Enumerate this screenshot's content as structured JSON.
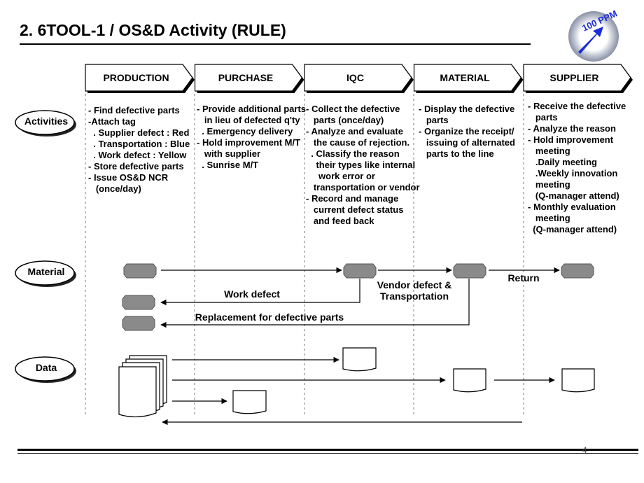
{
  "title": "2. 6TOOL-1 / OS&D Activity (RULE)",
  "badge": {
    "text": "100 PPM",
    "colors": {
      "ring": "#9fa6b8",
      "arrow": "#1a2bd8",
      "text": "#1a2bd8"
    }
  },
  "phases": [
    {
      "label": "PRODUCTION"
    },
    {
      "label": "PURCHASE"
    },
    {
      "label": "IQC"
    },
    {
      "label": "MATERIAL"
    },
    {
      "label": "SUPPLIER"
    }
  ],
  "row_labels": {
    "activities": "Activities",
    "material": "Material",
    "data": "Data"
  },
  "activities": {
    "production": "- Find defective parts\n-Attach tag\n  . Supplier defect : Red\n  . Transportation : Blue\n  . Work defect : Yellow\n- Store defective parts\n- Issue OS&D NCR\n   (once/day)",
    "purchase": "- Provide additional parts\n   in lieu of defected q'ty\n  . Emergency delivery\n- Hold improvement M/T\n   with supplier\n  . Sunrise M/T",
    "iqc": "- Collect the defective\n   parts (once/day)\n- Analyze and evaluate\n   the cause of rejection.\n  . Classify the reason\n    their types like internal\n     work error or\n   transportation or vendor\n- Record and manage\n   current defect status\n   and feed back",
    "material": "- Display the defective\n   parts\n- Organize the receipt/\n   issuing of alternated\n   parts to the line",
    "supplier": "- Receive the defective\n   parts\n- Analyze the reason\n- Hold improvement\n   meeting\n   .Daily meeting\n   .Weekly innovation\n   meeting\n   (Q-manager attend)\n- Monthly evaluation\n   meeting\n  (Q-manager attend)"
  },
  "material_flow": {
    "work_defect": "Work defect",
    "vendor_defect": "Vendor defect &\nTransportation",
    "return": "Return",
    "replacement": "Replacement for defective parts"
  },
  "page_number": "4"
}
